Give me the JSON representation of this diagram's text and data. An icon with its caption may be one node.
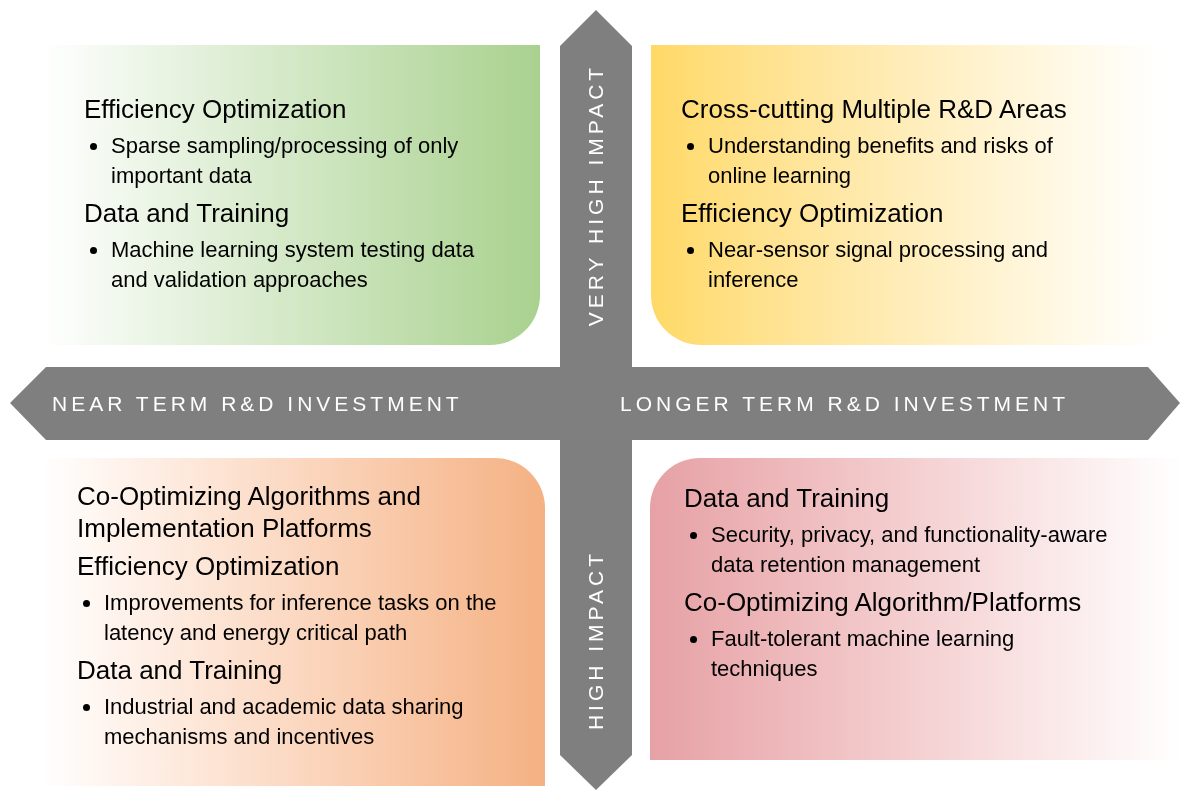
{
  "diagram": {
    "nodes": [
      {
        "text": [
          "Efficiency Optimization",
          "Sparse sampling/processing of only important data",
          "Data and Training",
          "Machine learning system testing data and validation approaches"
        ]
      },
      {
        "text": [
          "Cross-cutting Multiple R&D Areas",
          "Understanding benefits and risks of online learning",
          "Efficiency Optimization",
          "Near-sensor signal processing and inference"
        ]
      },
      {
        "text": [
          "Co-Optimizing Algorithms and Implementation Platforms",
          "Efficiency Optimization",
          "Improvements for inference tasks on the latency and energy critical path",
          "Data and Training",
          "Industrial and academic data sharing mechanisms and incentives"
        ]
      },
      {
        "text": [
          "Data and Training",
          "Security, privacy, and functionality-aware data retention management",
          "Co-Optimizing Algorithm/Platforms",
          "Fault-tolerant machine learning techniques"
        ]
      }
    ],
    "labels": [
      "VERY HIGH IMPACT",
      "NEAR TERM R&D INVESTMENT",
      "LONGER TERM R&D INVESTMENT",
      "HIGH IMPACT"
    ]
  }
}
